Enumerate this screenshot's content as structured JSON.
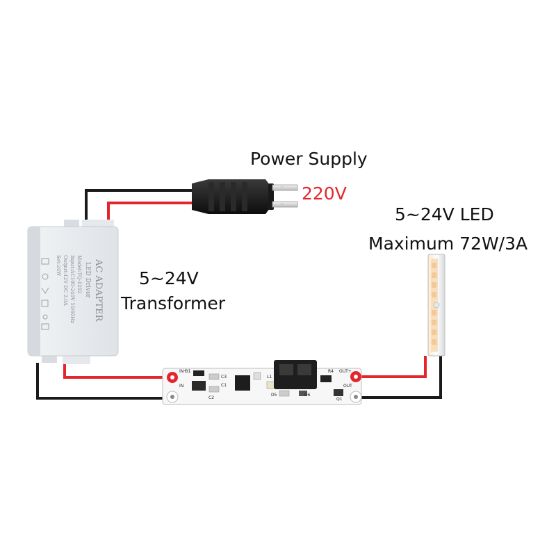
{
  "labels": {
    "power_supply": "Power Supply",
    "voltage": "220V",
    "led_line1": "5~24V LED",
    "led_line2": "Maximum 72W/3A",
    "transformer_line1": "5~24V",
    "transformer_line2": "Transformer"
  },
  "adapter_print": {
    "line1": "AC ADAPTER",
    "line2": "LED Driver",
    "line3": "Model:TQ-1202",
    "line4": "Input:AC100-240V 50/60Hz",
    "line5": "Output:12V DC 2.0A",
    "line6": "Set:24W"
  },
  "pcb_silk": {
    "in_plus": "IN+",
    "in": "IN",
    "out_plus": "OUT+",
    "out": "OUT",
    "d1": "D1",
    "c3": "C3",
    "c1": "C1",
    "c2": "C2",
    "l1": "L1",
    "r4": "R4",
    "d5": "D5",
    "d6": "D6",
    "q1": "Q1"
  },
  "colors": {
    "positive_wire": "#e3262c",
    "negative_wire": "#1a1a1a",
    "label_highlight": "#e3262c",
    "adapter_body": "#e9ecef",
    "led_glow": "#f6dcb8"
  },
  "icons": [
    "plug-icon",
    "ac-adapter-icon",
    "led-strip-icon",
    "sensor-board-icon"
  ]
}
